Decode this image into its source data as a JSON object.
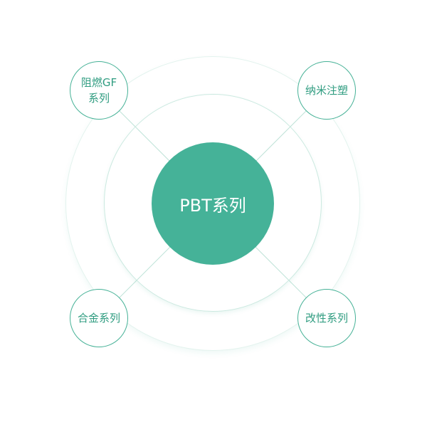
{
  "center": {
    "label": "PBT系列"
  },
  "nodes": [
    {
      "label": "阻燃GF系列"
    },
    {
      "label": "纳米注塑"
    },
    {
      "label": "合金系列"
    },
    {
      "label": "改性系列"
    }
  ],
  "colors": {
    "primary": "#45b298",
    "ring": "#d4ede6"
  }
}
